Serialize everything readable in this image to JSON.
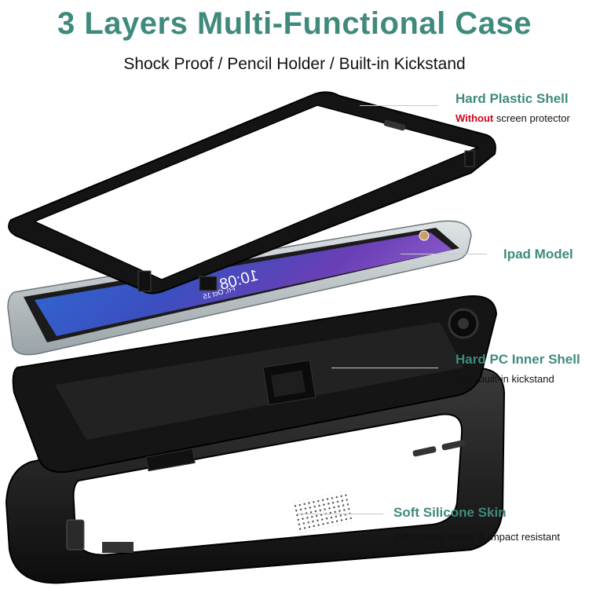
{
  "header": {
    "title": "3 Layers Multi-Functional Case",
    "subtitle": "Shock Proof / Pencil Holder / Built-in Kickstand"
  },
  "layers": [
    {
      "title": "Hard Plastic Shell",
      "note_highlight": "Without",
      "note_rest": " screen protector"
    },
    {
      "title": "Ipad Model"
    },
    {
      "title": "Hard PC Inner Shell",
      "note": "With built-in kickstand"
    },
    {
      "title": "Soft Silicone Skin",
      "note": "With pencil holder & Impact resistant"
    }
  ],
  "tablet_screen": {
    "time": "10:08",
    "date": "Fri, Oct 15"
  },
  "colors": {
    "accent": "#3f8a7c",
    "warning": "#d0021b",
    "case": "#1a1a1a"
  }
}
